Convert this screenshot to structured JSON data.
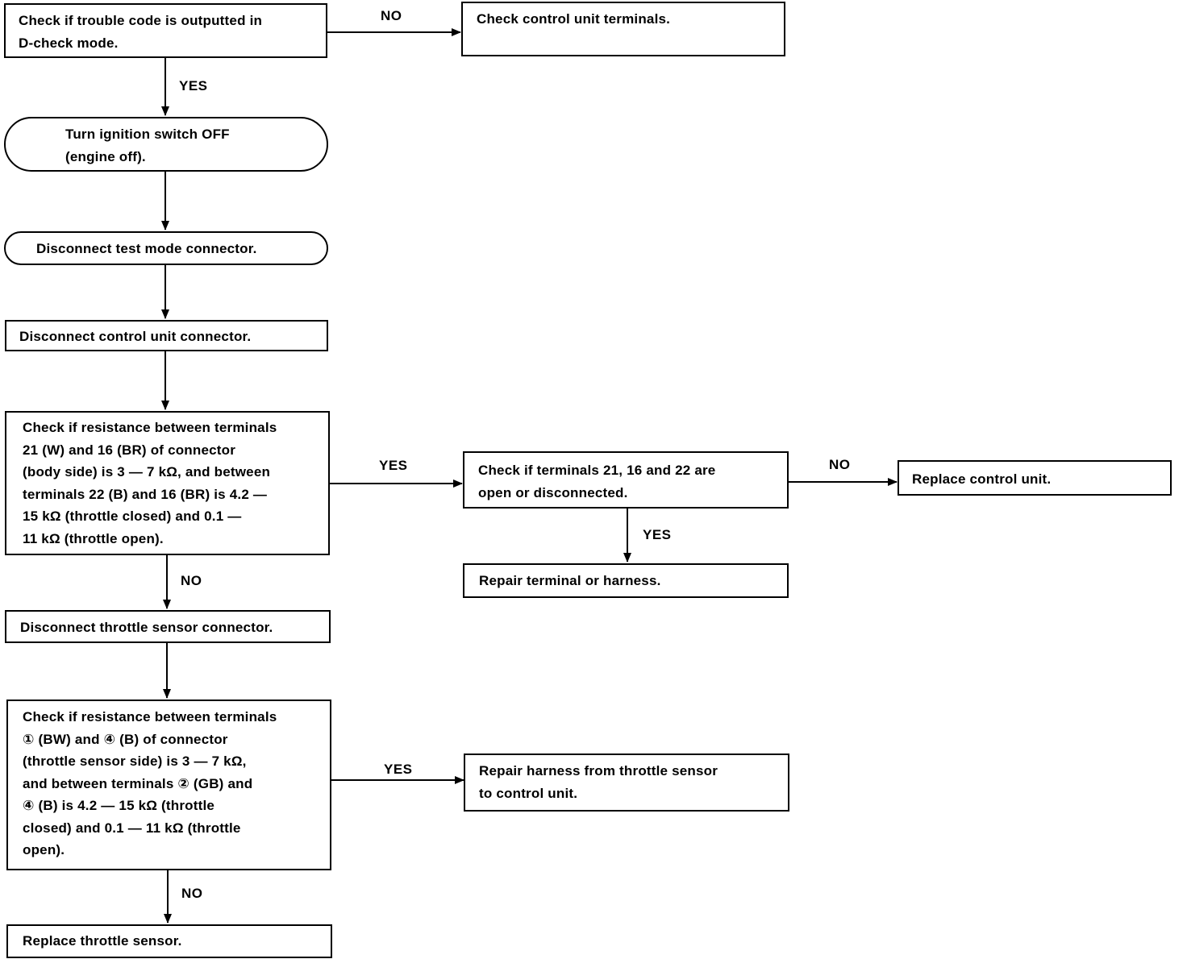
{
  "nodes": {
    "check_dcheck": "Check if trouble code is outputted in\nD-check mode.",
    "check_terminals": "Check control unit terminals.",
    "turn_ign_off": "Turn ignition switch OFF\n(engine off).",
    "disc_test_mode": "Disconnect test mode connector.",
    "disc_cu_conn": "Disconnect control unit connector.",
    "check_resist_body": "Check if resistance between terminals\n21 (W) and 16 (BR) of connector\n(body side) is 3 — 7 kΩ, and between\nterminals 22 (B) and 16 (BR) is 4.2 —\n15 kΩ (throttle closed) and 0.1 —\n11 kΩ (throttle open).",
    "check_open": "Check if terminals 21, 16 and 22 are\nopen or disconnected.",
    "replace_cu": "Replace control unit.",
    "repair_term": "Repair terminal or harness.",
    "disc_throttle_conn": "Disconnect throttle sensor connector.",
    "check_resist_sensor": "Check if resistance between terminals\n① (BW) and ④ (B) of connector\n(throttle sensor side) is 3 — 7 kΩ,\nand between terminals ② (GB) and\n④ (B) is 4.2 — 15 kΩ (throttle\nclosed) and 0.1 — 11 kΩ (throttle\nopen).",
    "repair_harness": "Repair harness from throttle sensor\nto control unit.",
    "replace_sensor": "Replace throttle sensor."
  },
  "labels": {
    "no_1": "NO",
    "yes_1": "YES",
    "yes_2": "YES",
    "no_2": "NO",
    "yes_3": "YES",
    "no_3": "NO",
    "yes_4": "YES",
    "no_4": "NO"
  }
}
